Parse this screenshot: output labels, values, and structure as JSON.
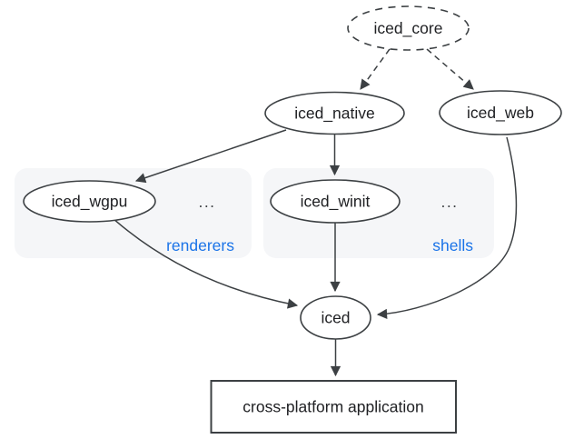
{
  "diagram": {
    "nodes": {
      "iced_core": {
        "label": "iced_core",
        "shape": "ellipse",
        "border": "dashed"
      },
      "iced_native": {
        "label": "iced_native",
        "shape": "ellipse",
        "border": "solid"
      },
      "iced_web": {
        "label": "iced_web",
        "shape": "ellipse",
        "border": "solid"
      },
      "iced_wgpu": {
        "label": "iced_wgpu",
        "shape": "ellipse",
        "border": "solid",
        "group": "renderers"
      },
      "iced_winit": {
        "label": "iced_winit",
        "shape": "ellipse",
        "border": "solid",
        "group": "shells"
      },
      "iced": {
        "label": "iced",
        "shape": "ellipse",
        "border": "solid"
      },
      "app": {
        "label": "cross-platform application",
        "shape": "rect",
        "border": "solid"
      }
    },
    "groups": {
      "renderers": {
        "label": "renderers",
        "ellipsis": "..."
      },
      "shells": {
        "label": "shells",
        "ellipsis": "..."
      }
    },
    "edges": [
      {
        "from": "iced_core",
        "to": "iced_native",
        "style": "dashed",
        "arrow": true
      },
      {
        "from": "iced_core",
        "to": "iced_web",
        "style": "dashed",
        "arrow": true
      },
      {
        "from": "iced_native",
        "to": "iced_wgpu",
        "style": "solid",
        "arrow": true
      },
      {
        "from": "iced_native",
        "to": "iced_winit",
        "style": "solid",
        "arrow": true
      },
      {
        "from": "iced_wgpu",
        "to": "iced",
        "style": "solid",
        "arrow": true
      },
      {
        "from": "iced_winit",
        "to": "iced",
        "style": "solid",
        "arrow": true
      },
      {
        "from": "iced_web",
        "to": "iced",
        "style": "solid",
        "arrow": true
      },
      {
        "from": "iced",
        "to": "app",
        "style": "solid",
        "arrow": true
      }
    ],
    "colors": {
      "background": "#ffffff",
      "node_fill": "#ffffff",
      "stroke": "#3c4043",
      "text": "#202124",
      "group_fill": "#f5f6f8",
      "group_label": "#1a73e8"
    }
  }
}
